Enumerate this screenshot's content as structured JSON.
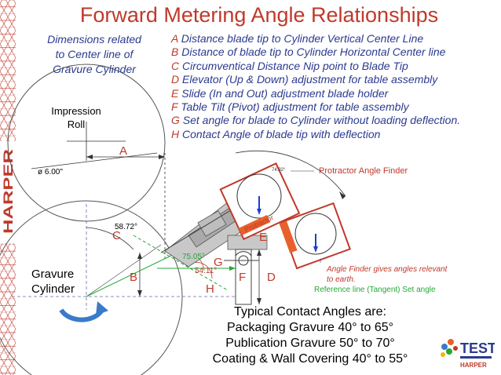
{
  "title": "Forward Metering  Angle Relationships",
  "dims_note": [
    "Dimensions related",
    "to Center line of",
    "Gravure Cylinder"
  ],
  "legend": [
    {
      "key": "A",
      "text": " Distance blade tip to Cylinder Vertical Center Line"
    },
    {
      "key": "B",
      "text": " Distance of blade tip to Cylinder Horizontal Center line"
    },
    {
      "key": "C",
      "text": " Circumventical Distance Nip point to Blade Tip"
    },
    {
      "key": "D",
      "text": " Elevator (Up & Down) adjustment for table assembly"
    },
    {
      "key": "E",
      "text": " Slide (In and Out) adjustment blade holder"
    },
    {
      "key": "F",
      "text": " Table Tilt (Pivot) adjustment for table assembly"
    },
    {
      "key": "G",
      "text": " Set angle for blade to Cylinder without loading deflection."
    },
    {
      "key": "H",
      "text": " Contact Angle of blade tip with deflection"
    }
  ],
  "diagram": {
    "impression_roll": [
      "Impression",
      "Roll"
    ],
    "diameter": "ø 6.00\"",
    "angle_5872": "58.72°",
    "gravure_cylinder": [
      "Gravure",
      "Cylinder"
    ],
    "angle_7505": "75.05°",
    "angle_5411": "54.11°",
    "protractor_finder": "Protractor Angle Finder",
    "angle_finder_note": [
      "Angle Finder gives angles relevant",
      "to earth."
    ],
    "reference_line": "Reference line (Tangent)  Set angle",
    "dial_top_reading": "74.92°",
    "protractor_label": "Protractor",
    "letters": {
      "A": "A",
      "B": "B",
      "C": "C",
      "D": "D",
      "E": "E",
      "F": "F",
      "G": "G",
      "H": "H"
    }
  },
  "typical": {
    "heading": "Typical Contact Angles are:",
    "lines": [
      "Packaging Gravure 40° to 65°",
      "Publication Gravure 50° to 70°",
      "Coating & Wall Covering 40° to 55°"
    ]
  },
  "logos": {
    "harper": "HARPER",
    "test": "TEST",
    "test_small": "HARPER"
  },
  "colors": {
    "title": "#c0392b",
    "text_blue": "#2b3a8f",
    "green": "#22aa33",
    "orange": "#e8602c"
  }
}
